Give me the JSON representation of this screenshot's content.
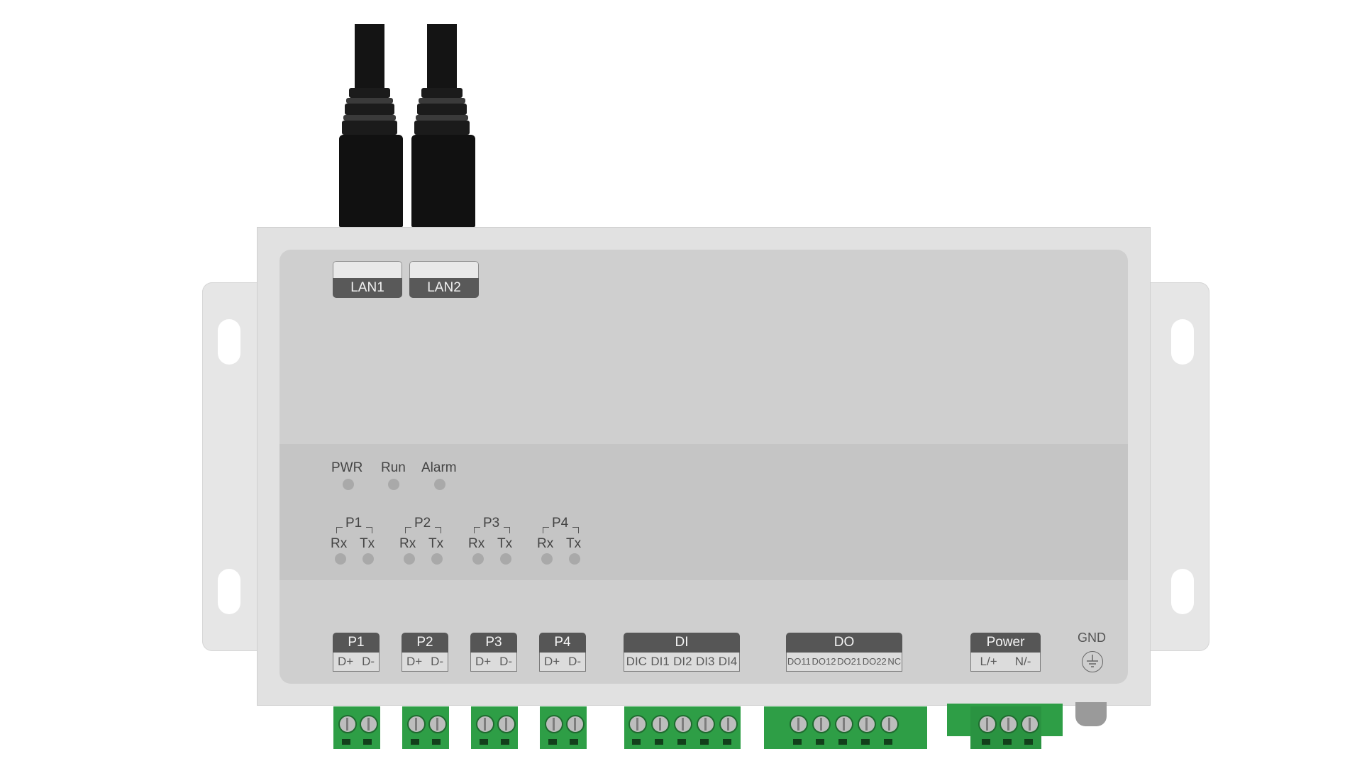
{
  "lan": [
    "LAN1",
    "LAN2"
  ],
  "leds": [
    "PWR",
    "Run",
    "Alarm"
  ],
  "serial_ports": [
    {
      "name": "P1",
      "rx": "Rx",
      "tx": "Tx"
    },
    {
      "name": "P2",
      "rx": "Rx",
      "tx": "Tx"
    },
    {
      "name": "P3",
      "rx": "Rx",
      "tx": "Tx"
    },
    {
      "name": "P4",
      "rx": "Rx",
      "tx": "Tx"
    }
  ],
  "terminals": [
    {
      "name": "P1",
      "pins": [
        "D+",
        "D-"
      ]
    },
    {
      "name": "P2",
      "pins": [
        "D+",
        "D-"
      ]
    },
    {
      "name": "P3",
      "pins": [
        "D+",
        "D-"
      ]
    },
    {
      "name": "P4",
      "pins": [
        "D+",
        "D-"
      ]
    },
    {
      "name": "DI",
      "pins": [
        "DIC",
        "DI1",
        "DI2",
        "DI3",
        "DI4"
      ]
    },
    {
      "name": "DO",
      "pins": [
        "DO11",
        "DO12",
        "DO21",
        "DO22",
        "NC"
      ]
    },
    {
      "name": "Power",
      "pins": [
        "L/+",
        "N/-"
      ]
    }
  ],
  "gnd": "GND",
  "colors": {
    "terminal_green": "#2e9e46",
    "label_dark": "#565656",
    "housing": "#e1e1e1"
  }
}
